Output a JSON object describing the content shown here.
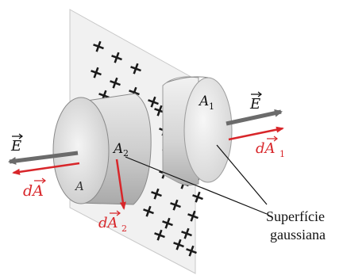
{
  "labels": {
    "area_right": "A",
    "area_right_sub": "1",
    "area_left_face": "A",
    "area_middle": "A",
    "area_middle_sub": "2",
    "field_left": "E",
    "field_right": "E",
    "dA_left": "dA",
    "dA1": "dA",
    "dA1_sub": "1",
    "dA2": "dA",
    "dA2_sub": "2",
    "gaussian_line1": "Superfície",
    "gaussian_line2": "gaussiana"
  },
  "charges": {
    "symbol": "+",
    "count": 30
  },
  "colors": {
    "field_arrow": "#6b6b6b",
    "area_vector": "#d8262a",
    "sheet": "#f1f1f1",
    "cylinder_light": "#e6e6e6",
    "cylinder_dark": "#9a9a9a",
    "text": "#111111"
  }
}
